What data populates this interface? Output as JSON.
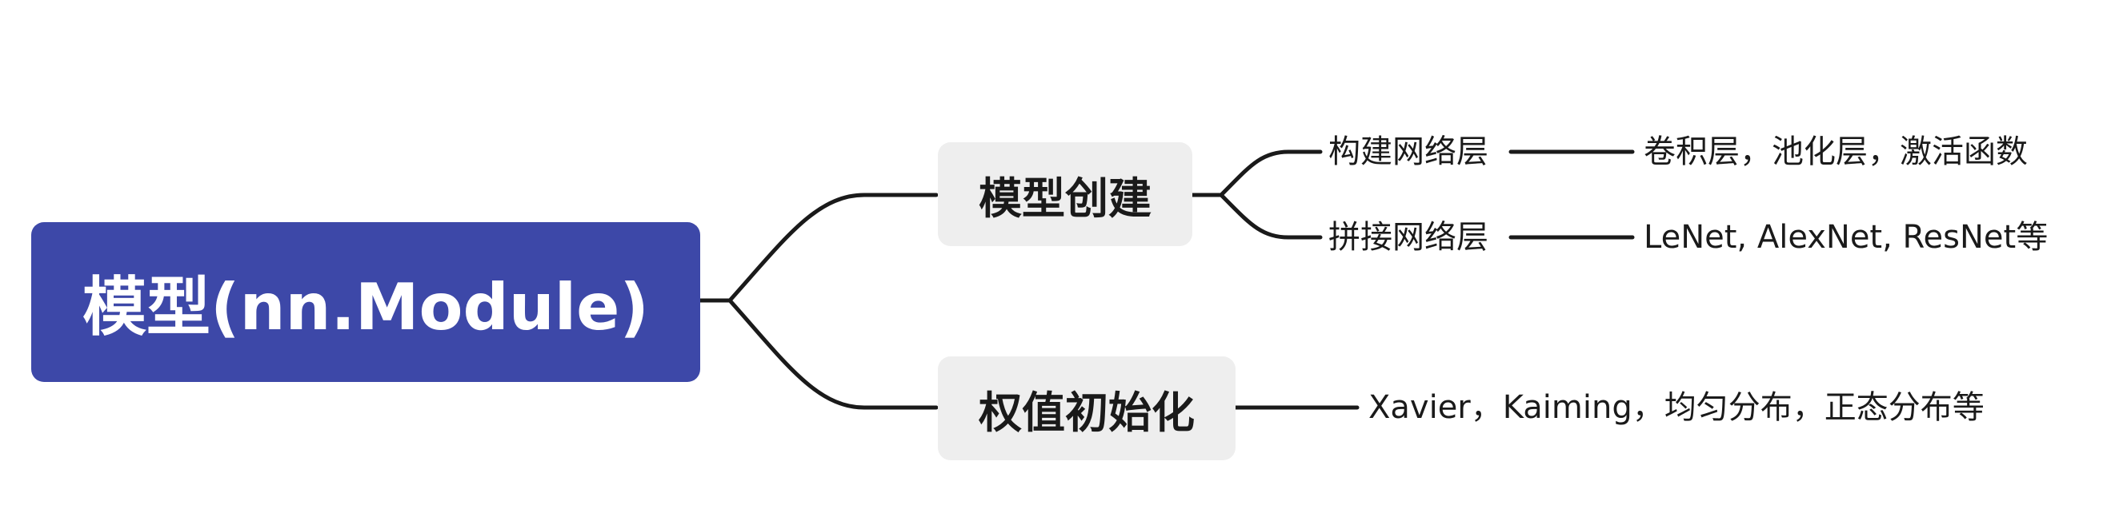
{
  "root": {
    "label": "模型(nn.Module)",
    "color": "#3d48a8"
  },
  "branches": [
    {
      "label": "模型创建",
      "children": [
        {
          "label": "构建网络层",
          "detail": "卷积层，池化层，激活函数"
        },
        {
          "label": "拼接网络层",
          "detail": "LeNet, AlexNet, ResNet等"
        }
      ]
    },
    {
      "label": "权值初始化",
      "detail": "Xavier，Kaiming，均匀分布，正态分布等"
    }
  ],
  "style": {
    "connector_color": "#1a1a1a",
    "branch_bg": "#eeeeee"
  }
}
